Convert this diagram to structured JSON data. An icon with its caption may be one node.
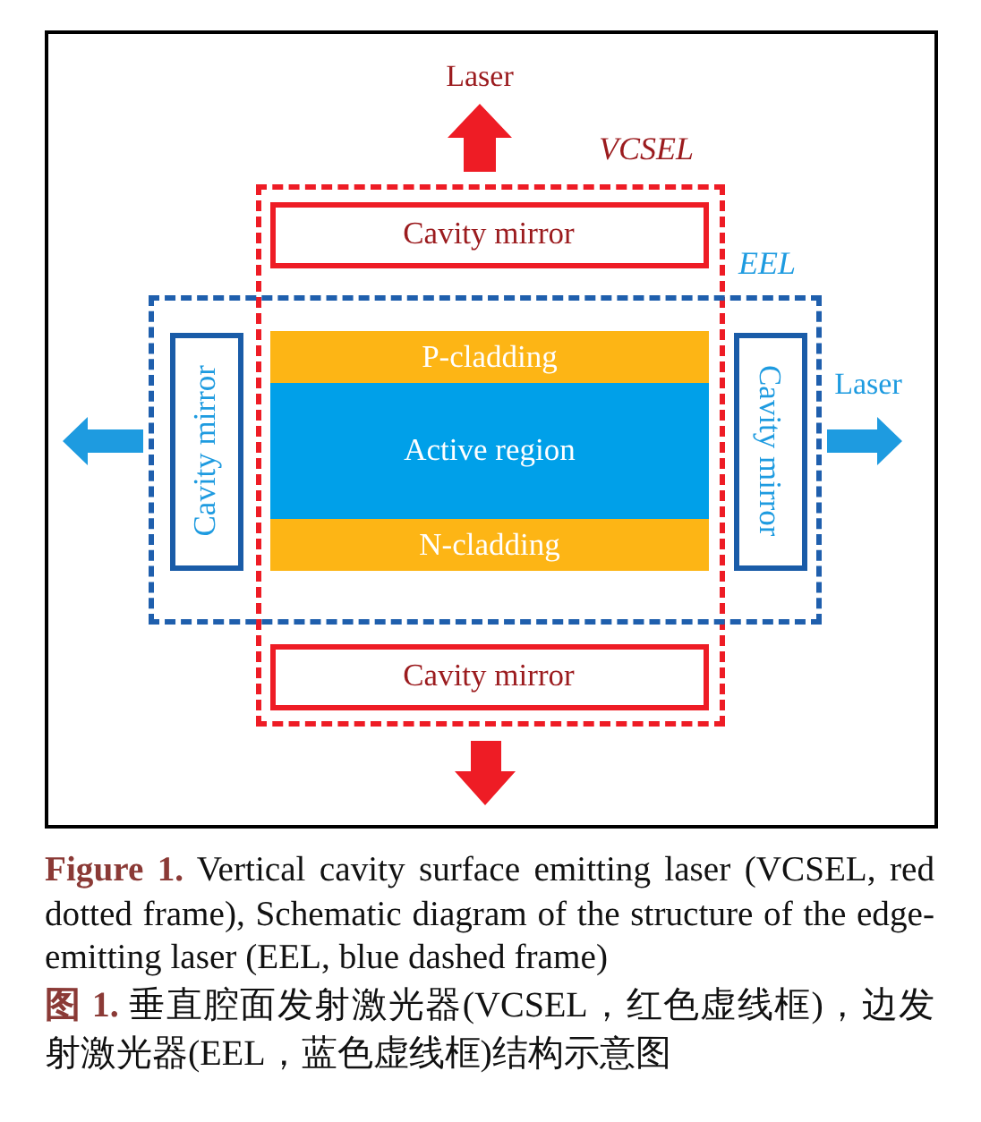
{
  "diagram": {
    "caption": "**Figure 1.** Vertical cavity surface emitting laser (VCSEL, red dotted frame), Schematic diagram of the structure of the edge-emitting laser (EEL, blue dashed frame)",
    "nodes": [
      {
        "text": [
          "VCSEL"
        ]
      },
      {
        "text": [
          "Cavity mirror"
        ],
        "in": 0
      },
      {
        "text": [
          "EEL"
        ]
      },
      {
        "text": [
          "Cavity mirror"
        ],
        "in": 2
      },
      {
        "text": [
          "P-cladding"
        ]
      },
      {
        "text": [
          "Active region"
        ]
      },
      {
        "text": [
          "N-cladding"
        ]
      },
      {
        "text": [
          "Cavity mirror"
        ],
        "in": 2
      },
      {
        "text": [
          "Cavity mirror"
        ],
        "in": 0
      }
    ],
    "labels": [
      "Laser",
      "Laser",
      "**图 1.** 垂直腔面发射激光器(VCSEL，红色虚线框)，边发射激光器(EEL，蓝色虚线框)结构示意图"
    ]
  }
}
